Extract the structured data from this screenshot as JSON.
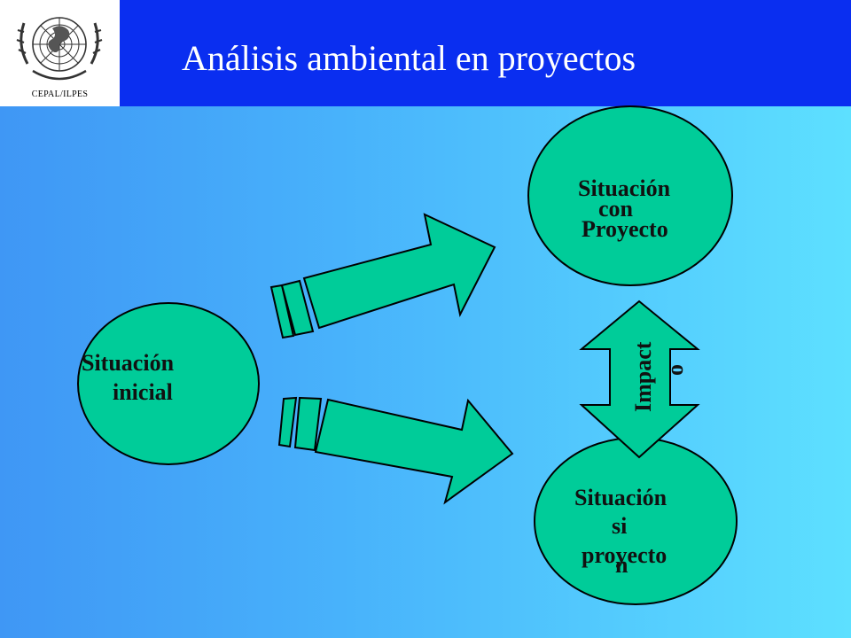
{
  "header": {
    "title": "Análisis ambiental en proyectos",
    "logo_caption": "CEPAL/ILPES"
  },
  "diagram": {
    "initial": {
      "line1": "Situación",
      "line2": "inicial"
    },
    "with_project": {
      "line1": "Situación",
      "line2": "con",
      "line3": "Proyecto"
    },
    "without_project": {
      "line1": "Situación",
      "line2": "si",
      "line3": "proyecto",
      "line4": "n"
    },
    "impact": {
      "line1": "Impact",
      "line2": "o"
    }
  },
  "colors": {
    "shape_fill": "#00cc99",
    "title_bar": "#0a2ef0",
    "background_start": "#3f97f5",
    "background_end": "#5de0ff"
  }
}
